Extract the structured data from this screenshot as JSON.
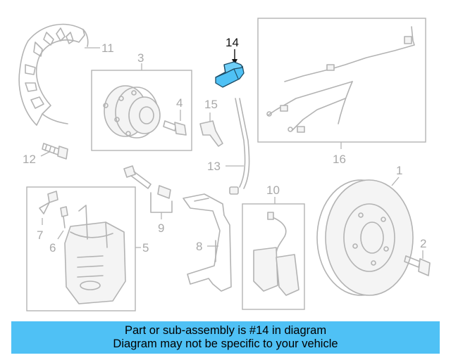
{
  "diagram": {
    "callouts": {
      "p1": "1",
      "p2": "2",
      "p3": "3",
      "p4": "4",
      "p5": "5",
      "p6": "6",
      "p7": "7",
      "p8": "8",
      "p9": "9",
      "p10": "10",
      "p11": "11",
      "p12": "12",
      "p13": "13",
      "p14": "14",
      "p15": "15",
      "p16": "16"
    },
    "highlight_part": "14",
    "colors": {
      "highlight": "#4fc1f5",
      "line_art": "#b3b3b3",
      "callout_text": "#a9a9a9"
    }
  },
  "banner": {
    "line1": "Part or sub-assembly is #14 in diagram",
    "line2": "Diagram may not be specific to your vehicle"
  }
}
